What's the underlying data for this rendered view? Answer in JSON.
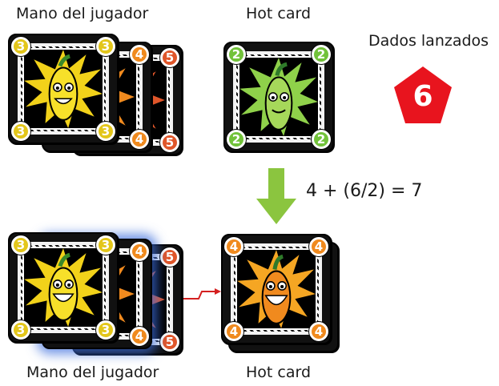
{
  "top": {
    "hand_label": "Mano del jugador",
    "hot_label": "Hot card",
    "dice_label": "Dados lanzados"
  },
  "bottom": {
    "hand_label": "Mano del jugador",
    "hot_label": "Hot card"
  },
  "dice": {
    "value": "6",
    "color": "#e8141e"
  },
  "formula": "4 + (6/2) = 7",
  "cards": {
    "hand_top": [
      {
        "value": "5",
        "color": "#e0562a"
      },
      {
        "value": "4",
        "color": "#f08a1e"
      },
      {
        "value": "3",
        "color": "#e3c61a"
      }
    ],
    "hot_top": {
      "value": "2",
      "color": "#72c23a"
    },
    "hand_bottom": [
      {
        "value": "5",
        "color": "#e0562a"
      },
      {
        "value": "4",
        "color": "#f08a1e"
      },
      {
        "value": "3",
        "color": "#e3c61a"
      }
    ],
    "hot_bottom": {
      "value": "4",
      "color": "#f08a1e"
    }
  },
  "colors": {
    "arrow_green": "#8bc53f",
    "connector_red": "#d42020"
  }
}
